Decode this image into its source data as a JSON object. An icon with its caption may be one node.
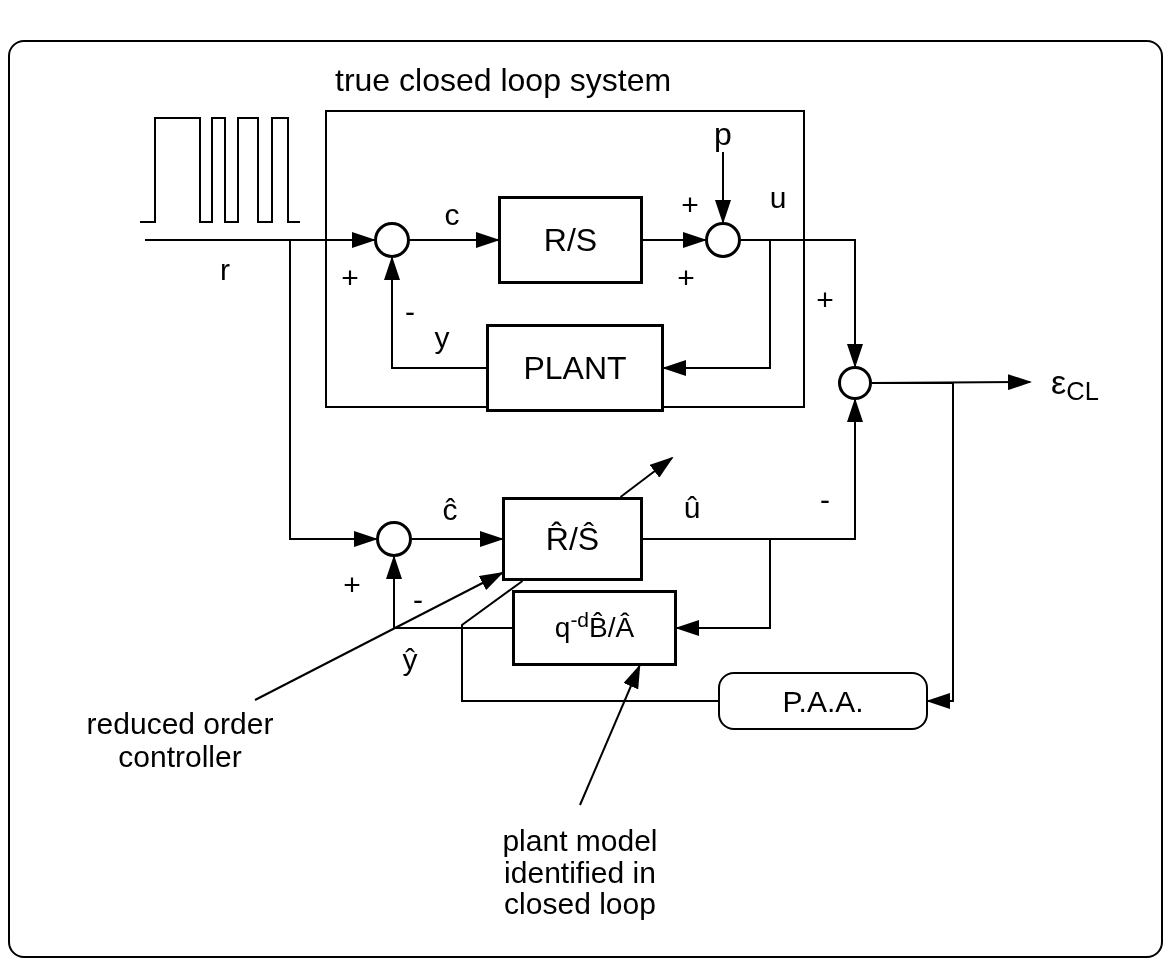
{
  "diagram": {
    "nodes": [
      {
        "text": [
          "true closed loop system"
        ]
      },
      {
        "text": [
          "p"
        ],
        "in": 0
      },
      {
        "text": [],
        "shape": "circle",
        "in": 0
      },
      {
        "text": [
          "R/S"
        ],
        "in": 0
      },
      {
        "text": [],
        "shape": "circle",
        "in": 0
      },
      {
        "text": [
          "PLANT"
        ],
        "in": 0
      },
      {
        "text": [],
        "shape": "circle"
      },
      {
        "text": [
          "ε$_{CL}$"
        ]
      },
      {
        "text": [],
        "shape": "circle"
      },
      {
        "text": [
          "R̂/Ŝ"
        ]
      },
      {
        "text": [
          "q$^{-d}$B̂/Â"
        ]
      },
      {
        "text": [
          "P.A.A."
        ]
      },
      {
        "text": [
          "reduced order controller"
        ]
      },
      {
        "text": [
          "plant model identified in closed loop"
        ]
      }
    ],
    "edges": [
      {
        "from": null,
        "to": 2,
        "arrow": "to",
        "label": "r"
      },
      {
        "from": null,
        "to": 8,
        "arrow": "to"
      },
      {
        "from": 2,
        "to": 3,
        "arrow": "to",
        "label": "c"
      },
      {
        "from": 3,
        "to": 4,
        "arrow": "to"
      },
      {
        "from": 1,
        "to": 4,
        "arrow": "to"
      },
      {
        "from": 4,
        "to": 5,
        "arrow": "to"
      },
      {
        "from": 4,
        "to": 6,
        "arrow": "to",
        "label": "u"
      },
      {
        "from": 5,
        "to": 2,
        "arrow": "to",
        "label": "y"
      },
      {
        "from": 6,
        "to": 7,
        "arrow": "to"
      },
      {
        "from": 8,
        "to": 9,
        "arrow": "to",
        "label": "ĉ"
      },
      {
        "from": 9,
        "to": 6,
        "arrow": "to",
        "label": "û"
      },
      {
        "from": 9,
        "to": 10,
        "arrow": "to"
      },
      {
        "from": 10,
        "to": 8,
        "arrow": "to",
        "label": "ŷ"
      },
      {
        "from": 6,
        "to": 11,
        "arrow": "to"
      },
      {
        "from": 11,
        "to": 9,
        "arrow": "none"
      },
      {
        "from": 12,
        "to": 9,
        "arrow": "to"
      },
      {
        "from": 13,
        "to": 10,
        "arrow": "to"
      },
      {
        "from": 9,
        "to": null,
        "arrow": "to"
      }
    ],
    "labels": [
      "+",
      "+",
      "+",
      "+",
      "-",
      "-",
      "+",
      "-"
    ]
  }
}
